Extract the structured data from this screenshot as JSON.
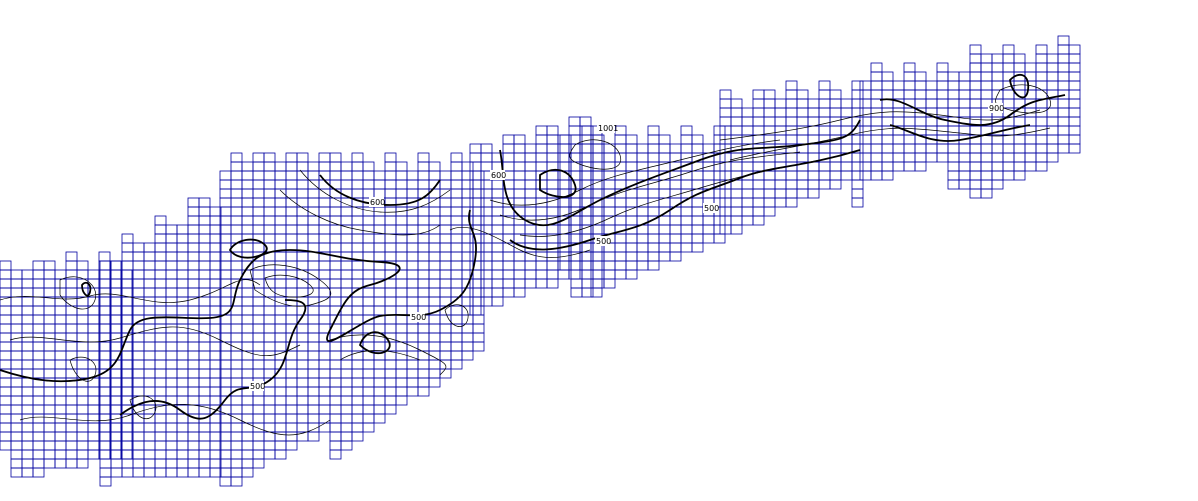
{
  "map": {
    "grid_color": "#0000a0",
    "contour_color": "#000000",
    "contour_labels": [
      {
        "id": "c600a",
        "text": "600"
      },
      {
        "id": "c600b",
        "text": "600"
      },
      {
        "id": "c1001",
        "text": "1001"
      },
      {
        "id": "c500a",
        "text": "500"
      },
      {
        "id": "c500b",
        "text": "500"
      },
      {
        "id": "c500c",
        "text": "500"
      },
      {
        "id": "c500d",
        "text": "500"
      },
      {
        "id": "c900",
        "text": "900"
      }
    ]
  }
}
